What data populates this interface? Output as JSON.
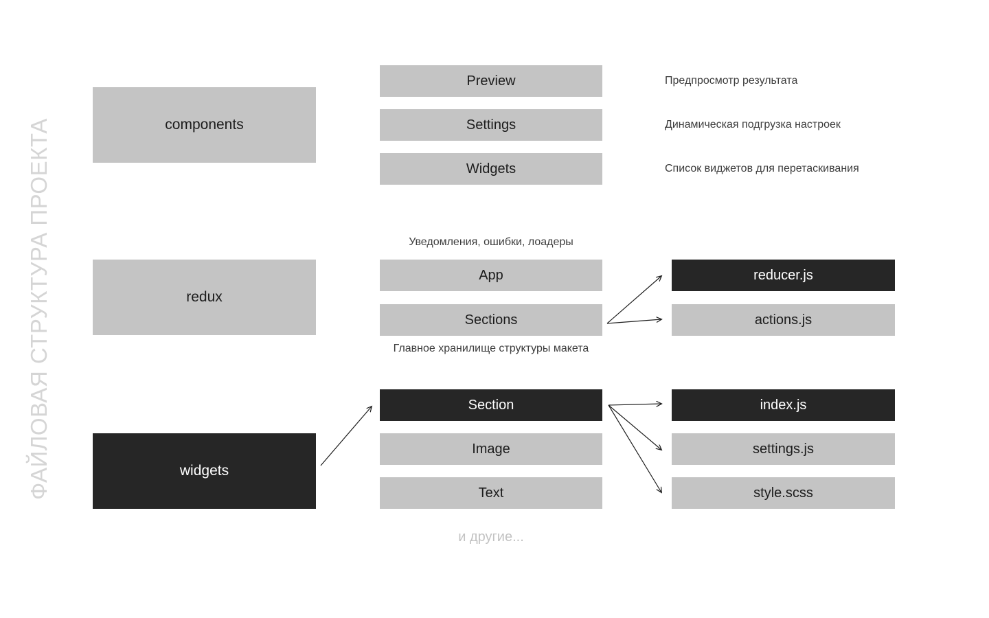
{
  "sidebar": {
    "title": "ФАЙЛОВАЯ СТРУКТУРА ПРОЕКТА"
  },
  "colors": {
    "box_gray": "#c4c4c4",
    "box_dark": "#262626",
    "note_text": "#3c3c3c",
    "muted_text": "#c2c2c2",
    "sidebar_text": "#d5d5d5",
    "arrow": "#1c1c1c"
  },
  "folders": {
    "components": "components",
    "redux": "redux",
    "widgets": "widgets"
  },
  "components_group": {
    "files": [
      {
        "label": "Preview",
        "note": "Предпросмотр результата"
      },
      {
        "label": "Settings",
        "note": "Динамическая подгрузка настроек"
      },
      {
        "label": "Widgets",
        "note": "Список виджетов для перетаскивания"
      }
    ]
  },
  "redux_group": {
    "note_above_app": "Уведомления, ошибки, лоадеры",
    "files": [
      {
        "label": "App"
      },
      {
        "label": "Sections"
      }
    ],
    "note_below_sections": "Главное хранилище структуры макета",
    "sections_files": [
      {
        "label": "reducer.js"
      },
      {
        "label": "actions.js"
      }
    ]
  },
  "widgets_group": {
    "files": [
      {
        "label": "Section"
      },
      {
        "label": "Image"
      },
      {
        "label": "Text"
      }
    ],
    "more_label": "и другие...",
    "section_files": [
      {
        "label": "index.js"
      },
      {
        "label": "settings.js"
      },
      {
        "label": "style.scss"
      }
    ]
  }
}
